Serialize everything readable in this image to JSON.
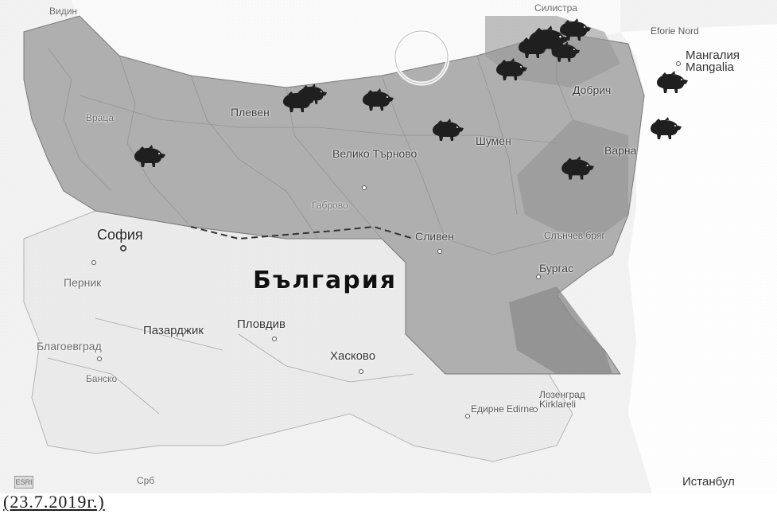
{
  "map": {
    "country_label": "България",
    "cities": [
      {
        "id": "sofia",
        "name": "София",
        "class": "big",
        "capital": true
      },
      {
        "id": "pernik",
        "name": "Перник",
        "class": "faint"
      },
      {
        "id": "blagoevgrad",
        "name": "Благоевград",
        "class": "faint"
      },
      {
        "id": "bansko",
        "name": "Банско",
        "class": "small faint"
      },
      {
        "id": "pazardzhik",
        "name": "Пазарджик",
        "class": "mid"
      },
      {
        "id": "plovdiv",
        "name": "Пловдив",
        "class": "mid"
      },
      {
        "id": "haskovo",
        "name": "Хасково",
        "class": "mid"
      },
      {
        "id": "pleven",
        "name": "Плевен",
        "class": ""
      },
      {
        "id": "veliko",
        "name": "Велико Търново",
        "class": ""
      },
      {
        "id": "gabrovo",
        "name": "Габрово",
        "class": "small faint"
      },
      {
        "id": "shumen",
        "name": "Шумен",
        "class": ""
      },
      {
        "id": "sliven",
        "name": "Сливен",
        "class": ""
      },
      {
        "id": "burgas",
        "name": "Бургас",
        "class": ""
      },
      {
        "id": "varna",
        "name": "Варна",
        "class": ""
      },
      {
        "id": "dobrich",
        "name": "Добрич",
        "class": ""
      },
      {
        "id": "sunny",
        "name": "Слънчев бряг",
        "class": "small"
      },
      {
        "id": "edirne",
        "name": "Едирне Edirne",
        "class": "small"
      },
      {
        "id": "kirklareli",
        "name": "Лозенград Kirklareli",
        "class": "small"
      },
      {
        "id": "eforie",
        "name": "Eforie Nord",
        "class": "small"
      },
      {
        "id": "mangalia",
        "name": "Мангалия Mangalia",
        "class": "mid"
      },
      {
        "id": "vidin",
        "name": "Видин",
        "class": "small faint"
      },
      {
        "id": "vratsa",
        "name": "Враца",
        "class": "small faint"
      },
      {
        "id": "istanbul",
        "name": "Истанбул",
        "class": "mid"
      },
      {
        "id": "srb",
        "name": "Срб",
        "class": "small faint"
      },
      {
        "id": "silistra",
        "name": "Силистра",
        "class": "small faint"
      }
    ],
    "logo_text": "ESRI",
    "outbreak_icon": "wild-boar-icon",
    "outbreak_count": 13,
    "colors": {
      "affected": "#aaaaaa",
      "affected_dark": "#8c8c8c",
      "unaffected": "#efefef",
      "sea": "#ffffff",
      "boar": "#1f1f1f"
    }
  },
  "caption": {
    "date": "(23.7.2019г.)"
  }
}
